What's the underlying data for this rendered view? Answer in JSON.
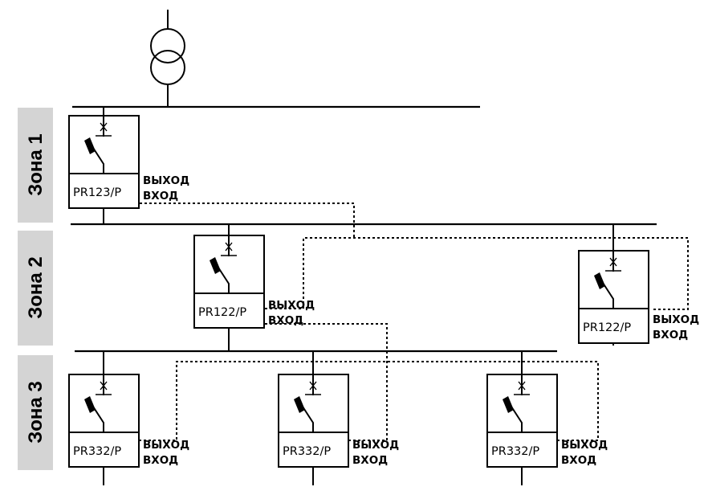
{
  "zones": [
    {
      "id": "zone1",
      "label": "Зона 1"
    },
    {
      "id": "zone2",
      "label": "Зона 2"
    },
    {
      "id": "zone3",
      "label": "Зона 3"
    }
  ],
  "colors": {
    "zone_band": "#d4d4d4",
    "line": "#000000",
    "background": "#ffffff"
  },
  "transformer": {
    "icon": "transformer-icon"
  },
  "breakers": [
    {
      "id": "cb-z1",
      "zone": "zone1",
      "model": "PR123/P",
      "out_label": "ВЫХОД",
      "in_label": "ВХОД"
    },
    {
      "id": "cb-z2a",
      "zone": "zone2",
      "model": "PR122/P",
      "out_label": "ВЫХОД",
      "in_label": "ВХОД"
    },
    {
      "id": "cb-z2b",
      "zone": "zone2",
      "model": "PR122/P",
      "out_label": "ВЫХОД",
      "in_label": "ВХОД"
    },
    {
      "id": "cb-z3a",
      "zone": "zone3",
      "model": "PR332/P",
      "out_label": "ВЫХОД",
      "in_label": "ВХОД"
    },
    {
      "id": "cb-z3b",
      "zone": "zone3",
      "model": "PR332/P",
      "out_label": "ВЫХОД",
      "in_label": "ВХОД"
    },
    {
      "id": "cb-z3c",
      "zone": "zone3",
      "model": "PR332/P",
      "out_label": "ВЫХОД",
      "in_label": "ВХОД"
    }
  ]
}
